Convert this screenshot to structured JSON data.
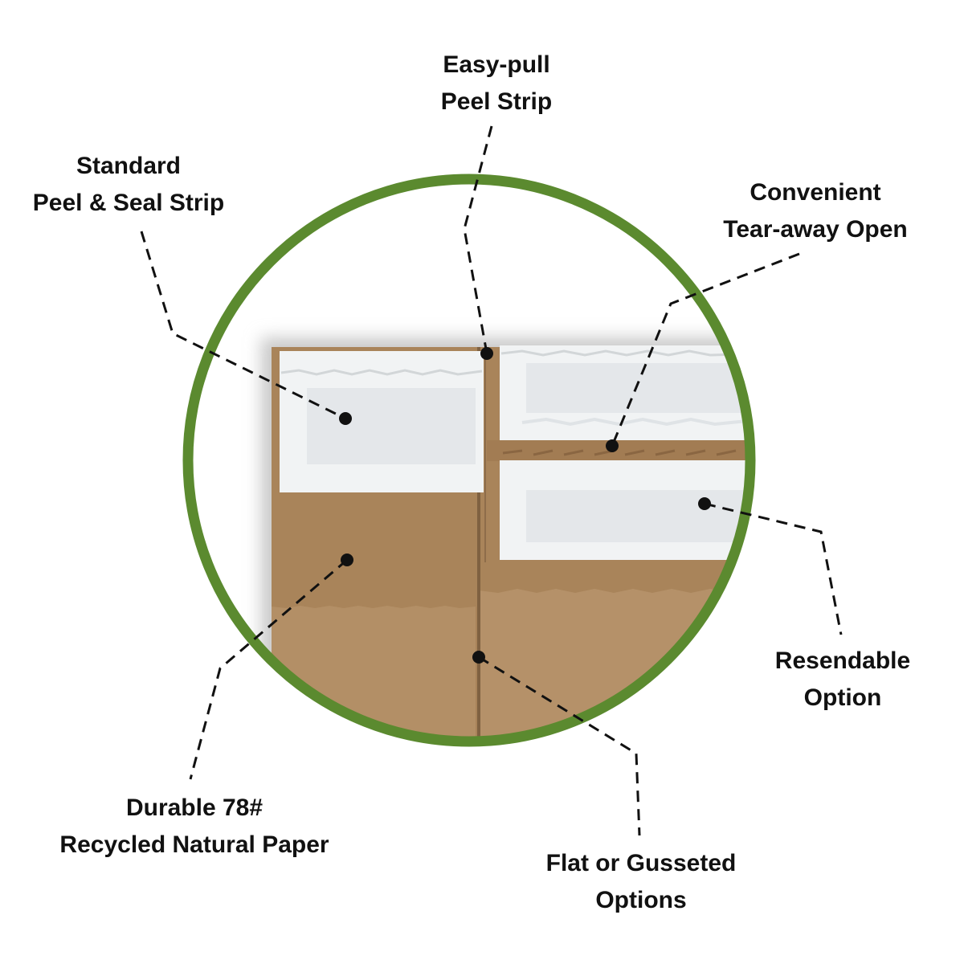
{
  "colors": {
    "ring": "#5b8a2f",
    "kraft": "#a9845a",
    "strip": "#f1f3f4",
    "ink": "#111111"
  },
  "callouts": {
    "easy_pull": {
      "line1": "Easy-pull",
      "line2": "Peel Strip"
    },
    "standard": {
      "line1": "Standard",
      "line2": "Peel & Seal Strip"
    },
    "tear_away": {
      "line1": "Convenient",
      "line2": "Tear-away Open"
    },
    "resendable": {
      "line1": "Resendable",
      "line2": "Option"
    },
    "durable": {
      "line1": "Durable 78#",
      "line2": "Recycled Natural Paper"
    },
    "flat_gusseted": {
      "line1": "Flat or Gusseted",
      "line2": "Options"
    }
  }
}
